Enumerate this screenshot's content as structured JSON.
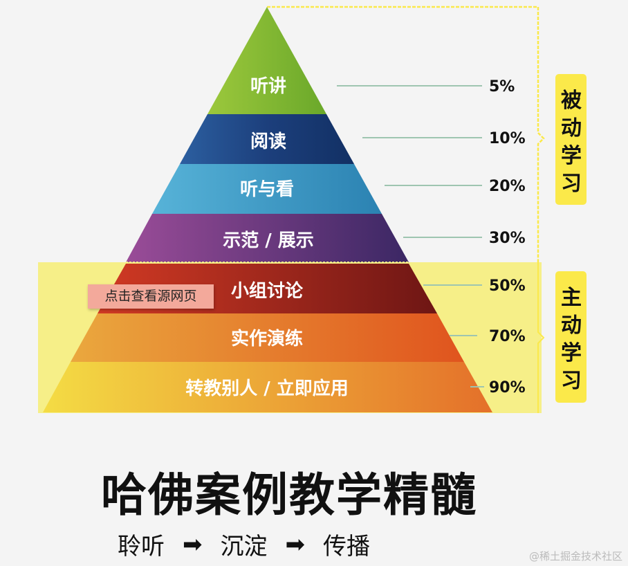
{
  "pyramid": {
    "layers": [
      {
        "label": "听讲",
        "percent": "5%"
      },
      {
        "label": "阅读",
        "percent": "10%"
      },
      {
        "label": "听与看",
        "percent": "20%"
      },
      {
        "label": "示范 / 展示",
        "percent": "30%"
      },
      {
        "label": "小组讨论",
        "percent": "50%"
      },
      {
        "label": "实作演练",
        "percent": "70%"
      },
      {
        "label": "转教别人 / 立即应用",
        "percent": "90%"
      }
    ],
    "groups": [
      {
        "label": [
          "被",
          "动",
          "学",
          "习"
        ]
      },
      {
        "label": [
          "主",
          "动",
          "学",
          "习"
        ]
      }
    ]
  },
  "tooltip": "点击查看源网页",
  "title": "哈佛案例教学精髓",
  "subtitle": {
    "steps": [
      "聆听",
      "沉淀",
      "传播"
    ],
    "arrow": "➡"
  },
  "watermark": "@稀土掘金技术社区",
  "colors": {
    "highlight": "#f7ef85",
    "label_bg": "#fbe94a",
    "bracket": "#fbe94a"
  }
}
